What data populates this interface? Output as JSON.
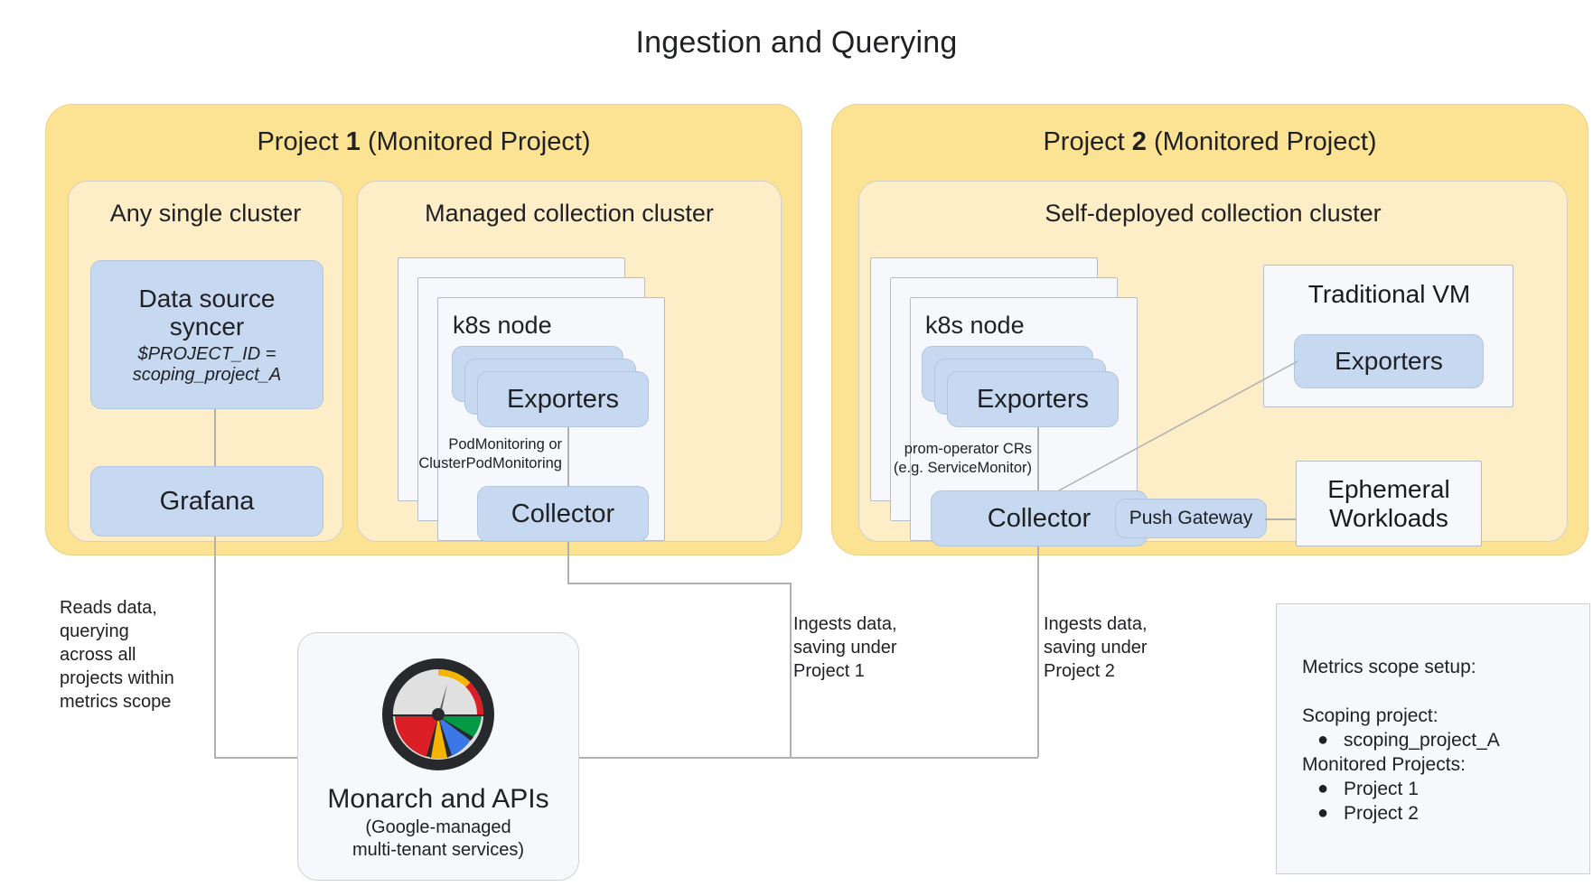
{
  "diagram": {
    "title": "Ingestion and Querying",
    "type": "architecture-diagram"
  },
  "projects": [
    {
      "id": "project-1",
      "title_prefix": "Project ",
      "title_number": "1",
      "title_suffix": " (Monitored Project)",
      "clusters": [
        {
          "id": "any-single-cluster",
          "title": "Any single cluster",
          "components": [
            {
              "id": "data-source-syncer",
              "label": "Data source",
              "label2": "syncer",
              "sub1": "$PROJECT_ID =",
              "sub2": "scoping_project_A"
            },
            {
              "id": "grafana",
              "label": "Grafana"
            }
          ]
        },
        {
          "id": "managed-collection-cluster",
          "title": "Managed collection cluster",
          "node_label": "k8s node",
          "components": [
            {
              "id": "exporters",
              "label": "Exporters"
            },
            {
              "id": "collector",
              "label": "Collector"
            }
          ],
          "connector_label_line1": "PodMonitoring or",
          "connector_label_line2": "ClusterPodMonitoring"
        }
      ]
    },
    {
      "id": "project-2",
      "title_prefix": "Project ",
      "title_number": "2",
      "title_suffix": " (Monitored Project)",
      "clusters": [
        {
          "id": "self-deployed-collection-cluster",
          "title": "Self-deployed collection cluster",
          "node_label": "k8s node",
          "components": [
            {
              "id": "exporters",
              "label": "Exporters"
            },
            {
              "id": "collector",
              "label": "Collector"
            },
            {
              "id": "push-gateway",
              "label": "Push Gateway"
            },
            {
              "id": "traditional-vm",
              "label": "Traditional VM"
            },
            {
              "id": "vm-exporters",
              "label": "Exporters"
            },
            {
              "id": "ephemeral-workloads",
              "label": "Ephemeral",
              "label2": "Workloads"
            }
          ],
          "connector_label_line1": "prom-operator CRs",
          "connector_label_line2": "(e.g. ServiceMonitor)"
        }
      ]
    }
  ],
  "annotations": [
    {
      "id": "reads-data-note",
      "lines": [
        "Reads data,",
        "querying",
        "across all",
        "projects within",
        "metrics scope"
      ]
    },
    {
      "id": "ingests-project-1-note",
      "lines": [
        "Ingests data,",
        "saving under",
        "Project 1"
      ]
    },
    {
      "id": "ingests-project-2-note",
      "lines": [
        "Ingests data,",
        "saving under",
        "Project 2"
      ]
    }
  ],
  "monarch": {
    "title": "Monarch and APIs",
    "subtitle_line1": "(Google-managed",
    "subtitle_line2": "multi-tenant services)",
    "logo_name": "monarch-gauge-logo",
    "logo_colors": {
      "ring": "#27292c",
      "dial": "#e0e0e0",
      "yellow": "#f5b400",
      "red": "#db1f26",
      "green": "#009a44",
      "blue": "#3b78e7"
    }
  },
  "legend": {
    "heading": "Metrics scope setup:",
    "scoping_label": "Scoping project:",
    "scoping_items": [
      "scoping_project_A"
    ],
    "monitored_label": "Monitored Projects:",
    "monitored_items": [
      "Project 1",
      "Project 2"
    ],
    "bullet": "●"
  },
  "palette": {
    "project_fill": "#fce293",
    "cluster_fill": "#fdeec8",
    "component_fill": "#c6d9f0",
    "card_fill": "#f6f8fc",
    "line": "#b0b0b0",
    "text": "#202124"
  }
}
